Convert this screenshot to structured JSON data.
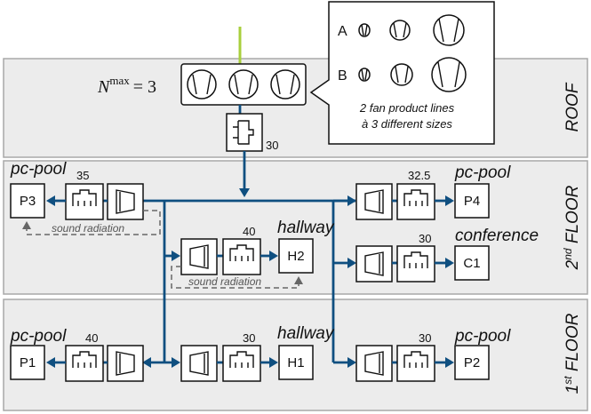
{
  "floors": {
    "roof": "ROOF",
    "second_main": "2",
    "second_sup": "nd",
    "second_rest": " FLOOR",
    "first_main": "1",
    "first_sup": "st",
    "first_rest": " FLOOR"
  },
  "roof": {
    "nmax_symbol": "N",
    "nmax_sup": "max",
    "nmax_eq": "= 3",
    "muffler_value": "30"
  },
  "callout": {
    "line_a": "A",
    "line_b": "B",
    "text_1": "2 fan product lines",
    "text_2": "à 3 different sizes"
  },
  "rooms": {
    "p3": {
      "label": "P3",
      "name": "pc-pool",
      "value": "35"
    },
    "p4": {
      "label": "P4",
      "name": "pc-pool",
      "value": "32.5"
    },
    "h2": {
      "label": "H2",
      "name": "hallway",
      "value": "40"
    },
    "c1": {
      "label": "C1",
      "name": "conference",
      "value": "30"
    },
    "p1": {
      "label": "P1",
      "name": "pc-pool",
      "value": "40"
    },
    "h1": {
      "label": "H1",
      "name": "hallway",
      "value": "30"
    },
    "p2": {
      "label": "P2",
      "name": "pc-pool",
      "value": "30"
    }
  },
  "sound": {
    "label_1": "sound radiation",
    "label_2": "sound radiation"
  },
  "colors": {
    "duct": "#0f4f80",
    "panel": "#ececec",
    "supply_line": "#a8cf3c"
  }
}
